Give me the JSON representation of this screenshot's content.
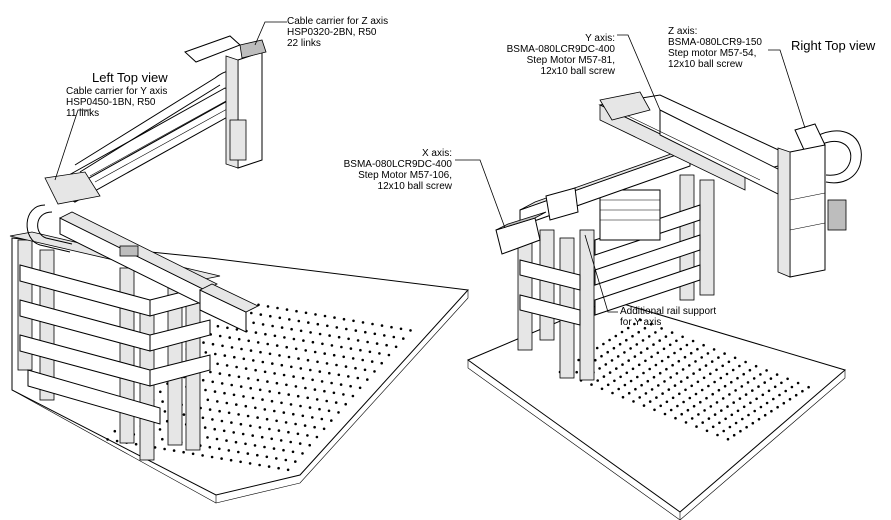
{
  "labels": {
    "left_top_view": "Left Top view",
    "right_top_view": "Right Top view",
    "cable_z": [
      "Cable carrier for Z axis",
      "HSP0320-2BN, R50",
      "22 links"
    ],
    "cable_y": [
      "Cable carrier for Y axis",
      "HSP0450-1BN, R50",
      "11 links"
    ],
    "y_axis": [
      "Y axis:",
      "BSMA-080LCR9DC-400",
      "Step Motor M57-81,",
      "12x10 ball screw"
    ],
    "z_axis": [
      "Z axis:",
      "BSMA-080LCR9-150",
      "Step motor M57-54,",
      "12x10 ball screw"
    ],
    "x_axis": [
      "X axis:",
      "BSMA-080LCR9DC-400",
      "Step Motor M57-106,",
      "12x10 ball screw"
    ],
    "rail_support": [
      "Additional rail support",
      "for Y axis"
    ]
  },
  "colors": {
    "line": "#000000",
    "background": "#ffffff",
    "shade": "#e6e6e6"
  }
}
